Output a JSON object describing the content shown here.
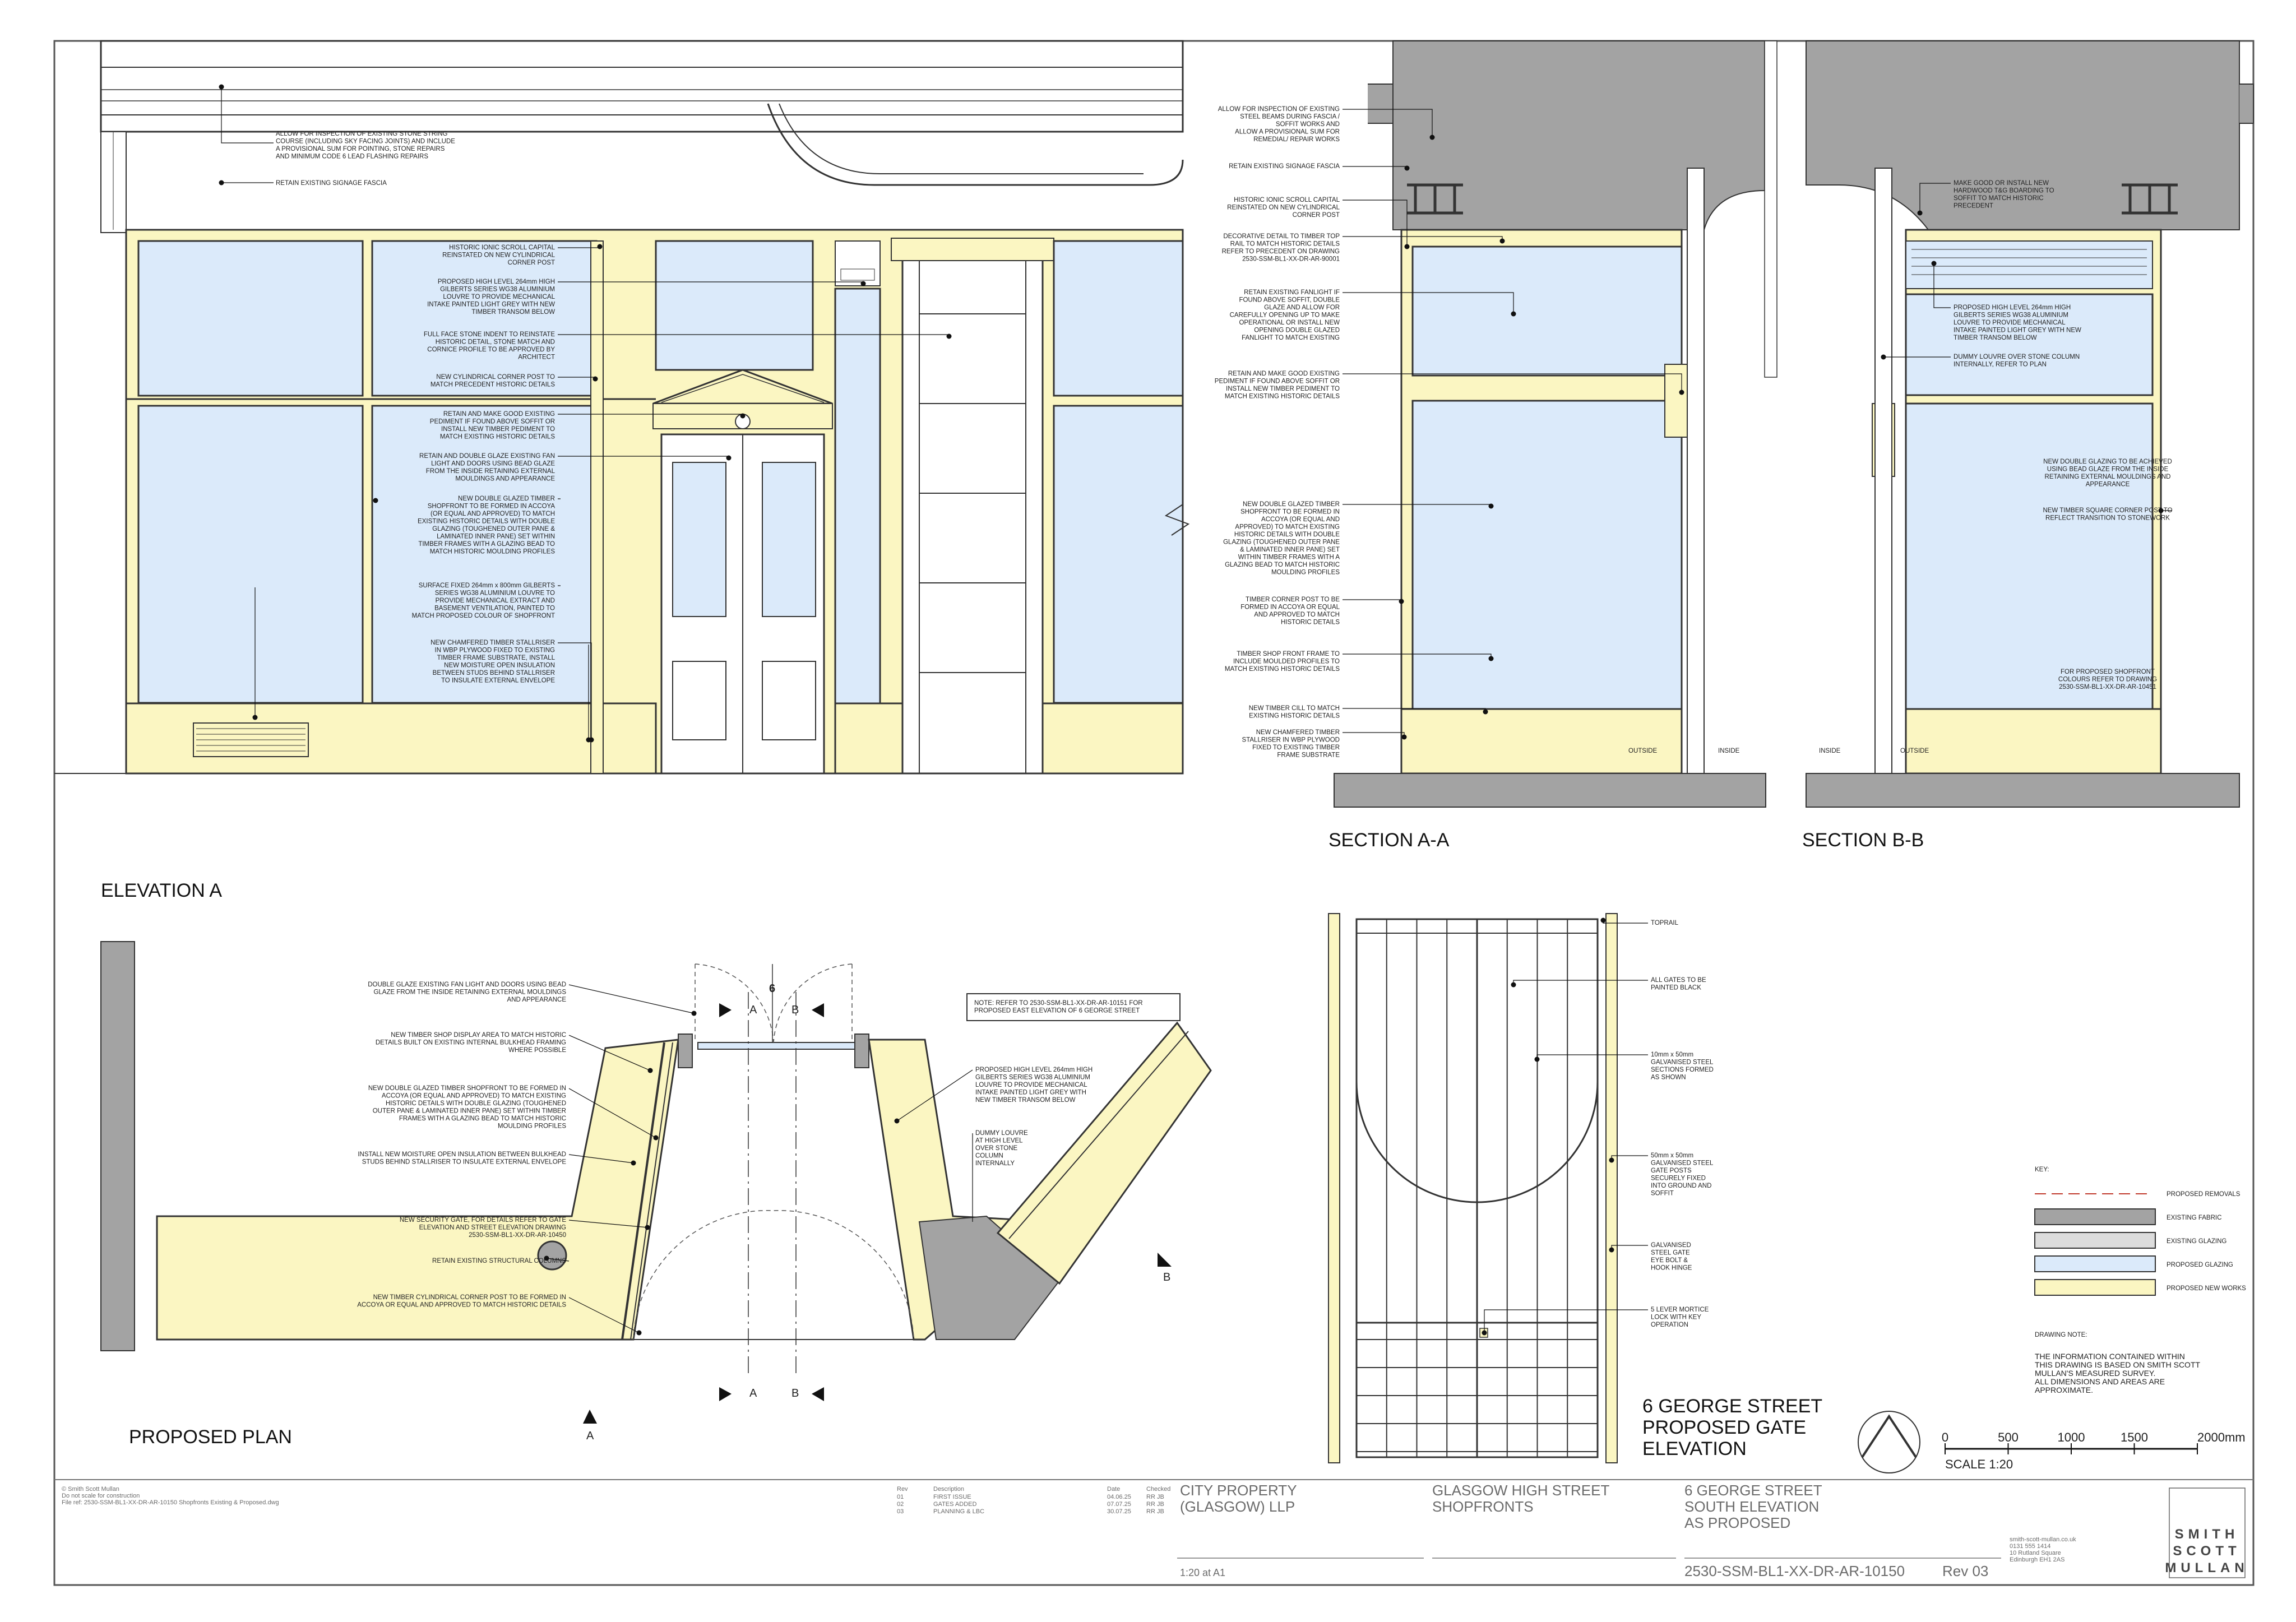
{
  "colors": {
    "yellow": "#fbf6c2",
    "glass": "#dbeafa",
    "stone": "#aaaaaa",
    "stroke": "#333333",
    "leader": "#111111",
    "removal": "#c0392b"
  },
  "headings": {
    "elevation_a": "ELEVATION A",
    "section_aa": "SECTION A-A",
    "section_bb": "SECTION B-B",
    "proposed_plan": "PROPOSED PLAN",
    "gate_elevation": [
      "6 GEORGE STREET",
      "PROPOSED GATE",
      "ELEVATION"
    ]
  },
  "elevation_notes": {
    "top": [
      [
        "ALLOW FOR INSPECTION OF EXISTING STONE STRING",
        "COURSE (INCLUDING SKY FACING JOINTS) AND INCLUDE",
        "A PROVISIONAL SUM FOR POINTING, STONE REPAIRS",
        "AND MINIMUM CODE 6 LEAD FLASHING REPAIRS"
      ],
      [
        "RETAIN EXISTING SIGNAGE FASCIA"
      ]
    ],
    "right": [
      [
        "HISTORIC IONIC SCROLL CAPITAL",
        "REINSTATED ON NEW CYLINDRICAL",
        "CORNER POST"
      ],
      [
        "PROPOSED HIGH LEVEL 264mm HIGH",
        "GILBERTS SERIES WG38 ALUMINIUM",
        "LOUVRE TO PROVIDE MECHANICAL",
        "INTAKE PAINTED LIGHT GREY WITH NEW",
        "TIMBER TRANSOM BELOW"
      ],
      [
        "FULL FACE STONE INDENT TO REINSTATE",
        "HISTORIC DETAIL, STONE MATCH AND",
        "CORNICE PROFILE TO BE APPROVED BY",
        "ARCHITECT"
      ],
      [
        "NEW CYLINDRICAL CORNER POST TO",
        "MATCH PRECEDENT HISTORIC DETAILS"
      ],
      [
        "RETAIN AND MAKE GOOD EXISTING",
        "PEDIMENT IF FOUND ABOVE SOFFIT OR",
        "INSTALL NEW TIMBER PEDIMENT TO",
        "MATCH EXISTING HISTORIC DETAILS"
      ],
      [
        "RETAIN AND DOUBLE GLAZE EXISTING FAN",
        "LIGHT AND DOORS USING BEAD GLAZE",
        "FROM THE INSIDE RETAINING EXTERNAL",
        "MOULDINGS AND APPEARANCE"
      ],
      [
        "NEW DOUBLE GLAZED TIMBER",
        "SHOPFRONT TO BE FORMED IN ACCOYA",
        "(OR EQUAL AND APPROVED) TO MATCH",
        "EXISTING HISTORIC DETAILS WITH DOUBLE",
        "GLAZING (TOUGHENED OUTER PANE &",
        "LAMINATED INNER PANE) SET WITHIN",
        "TIMBER FRAMES WITH A GLAZING BEAD TO",
        "MATCH HISTORIC MOULDING PROFILES"
      ],
      [
        "SURFACE FIXED 264mm x 800mm GILBERTS",
        "SERIES WG38 ALUMINIUM LOUVRE TO",
        "PROVIDE MECHANICAL EXTRACT AND",
        "BASEMENT VENTILATION, PAINTED TO",
        "MATCH PROPOSED COLOUR OF SHOPFRONT"
      ],
      [
        "NEW CHAMFERED TIMBER STALLRISER",
        "IN WBP PLYWOOD FIXED TO EXISTING",
        "TIMBER FRAME SUBSTRATE, INSTALL",
        "NEW MOISTURE OPEN INSULATION",
        "BETWEEN STUDS BEHIND STALLRISER",
        "TO INSULATE EXTERNAL ENVELOPE"
      ]
    ]
  },
  "section_a_notes": [
    [
      "ALLOW FOR INSPECTION OF EXISTING",
      "STEEL BEAMS DURING FASCIA /",
      "SOFFIT WORKS AND",
      "ALLOW A PROVISIONAL SUM FOR",
      "REMEDIAL/ REPAIR WORKS"
    ],
    [
      "RETAIN EXISTING SIGNAGE FASCIA"
    ],
    [
      "HISTORIC IONIC SCROLL CAPITAL",
      "REINSTATED ON NEW CYLINDRICAL",
      "CORNER POST"
    ],
    [
      "DECORATIVE DETAIL TO TIMBER TOP",
      "RAIL TO MATCH HISTORIC DETAILS",
      "REFER TO PRECEDENT ON DRAWING",
      "2530-SSM-BL1-XX-DR-AR-90001"
    ],
    [
      "RETAIN EXISTING FANLIGHT IF",
      "FOUND ABOVE SOFFIT, DOUBLE",
      "GLAZE AND ALLOW FOR",
      "CAREFULLY OPENING UP TO MAKE",
      "OPERATIONAL OR INSTALL NEW",
      "OPENING DOUBLE GLAZED",
      "FANLIGHT TO MATCH EXISTING"
    ],
    [
      "RETAIN AND MAKE GOOD EXISTING",
      "PEDIMENT IF FOUND ABOVE SOFFIT OR",
      "INSTALL NEW TIMBER PEDIMENT TO",
      "MATCH EXISTING HISTORIC DETAILS"
    ],
    [
      "NEW DOUBLE GLAZED TIMBER",
      "SHOPFRONT TO BE FORMED IN",
      "ACCOYA (OR EQUAL AND",
      "APPROVED) TO MATCH EXISTING",
      "HISTORIC DETAILS WITH DOUBLE",
      "GLAZING (TOUGHENED OUTER PANE",
      "& LAMINATED INNER PANE) SET",
      "WITHIN TIMBER FRAMES WITH A",
      "GLAZING BEAD TO MATCH HISTORIC",
      "MOULDING PROFILES"
    ],
    [
      "TIMBER CORNER POST TO BE",
      "FORMED IN ACCOYA OR EQUAL",
      "AND APPROVED TO MATCH",
      "HISTORIC DETAILS"
    ],
    [
      "TIMBER SHOP FRONT FRAME TO",
      "INCLUDE MOULDED PROFILES TO",
      "MATCH EXISTING HISTORIC DETAILS"
    ],
    [
      "NEW TIMBER  CILL TO MATCH",
      "EXISTING HISTORIC DETAILS"
    ],
    [
      "NEW CHAMFERED TIMBER",
      "STALLRISER IN WBP PLYWOOD",
      "FIXED TO EXISTING TIMBER",
      "FRAME SUBSTRATE"
    ]
  ],
  "section_b_notes": [
    [
      "MAKE GOOD OR INSTALL NEW",
      "HARDWOOD T&G BOARDING TO",
      "SOFFIT TO MATCH HISTORIC",
      "PRECEDENT"
    ],
    [
      "PROPOSED HIGH LEVEL 264mm HIGH",
      "GILBERTS SERIES WG38 ALUMINIUM",
      "LOUVRE TO PROVIDE MECHANICAL",
      "INTAKE PAINTED LIGHT GREY WITH NEW",
      "TIMBER TRANSOM BELOW"
    ],
    [
      "DUMMY LOUVRE OVER STONE COLUMN",
      "INTERNALLY, REFER TO PLAN"
    ],
    [
      "NEW DOUBLE GLAZING TO BE ACHIEVED",
      "USING BEAD GLAZE FROM THE INSIDE",
      "RETAINING EXTERNAL MOULDINGS AND",
      "APPEARANCE"
    ],
    [
      "NEW TIMBER SQUARE CORNER POST TO",
      "REFLECT TRANSITION TO STONEWORK"
    ],
    [
      "FOR PROPOSED SHOPFRONT",
      "COLOURS REFER TO DRAWING",
      "2530-SSM-BL1-XX-DR-AR-10451"
    ]
  ],
  "side_labels": {
    "outside": "OUTSIDE",
    "inside": "INSIDE"
  },
  "plan_notes": {
    "left": [
      [
        "DOUBLE GLAZE EXISTING FAN LIGHT AND DOORS USING BEAD",
        "GLAZE FROM THE INSIDE RETAINING EXTERNAL MOULDINGS",
        "AND APPEARANCE"
      ],
      [
        "NEW TIMBER SHOP DISPLAY AREA TO MATCH HISTORIC",
        "DETAILS BUILT ON EXISTING INTERNAL BULKHEAD FRAMING",
        "WHERE POSSIBLE"
      ],
      [
        "NEW DOUBLE GLAZED TIMBER SHOPFRONT TO BE FORMED IN",
        "ACCOYA (OR EQUAL AND APPROVED) TO MATCH EXISTING",
        "HISTORIC DETAILS WITH DOUBLE GLAZING (TOUGHENED",
        "OUTER PANE & LAMINATED INNER PANE) SET WITHIN TIMBER",
        "FRAMES WITH A GLAZING BEAD TO MATCH HISTORIC",
        "MOULDING PROFILES"
      ],
      [
        "INSTALL NEW MOISTURE OPEN INSULATION BETWEEN BULKHEAD",
        "STUDS BEHIND STALLRISER TO INSULATE EXTERNAL ENVELOPE"
      ],
      [
        "NEW SECURITY GATE, FOR DETAILS REFER TO GATE",
        "ELEVATION AND STREET ELEVATION DRAWING",
        "2530-SSM-BL1-XX-DR-AR-10450"
      ],
      [
        "RETAIN EXISTING STRUCTURAL COLUMNS"
      ],
      [
        "NEW TIMBER CYLINDRICAL CORNER POST TO BE FORMED IN",
        "ACCOYA OR EQUAL AND APPROVED TO MATCH HISTORIC DETAILS"
      ]
    ],
    "note_box": [
      "NOTE: REFER TO 2530-SSM-BL1-XX-DR-AR-10151 FOR",
      "PROPOSED EAST ELEVATION OF 6 GEORGE STREET"
    ],
    "right": [
      [
        "PROPOSED HIGH LEVEL 264mm HIGH",
        "GILBERTS SERIES WG38 ALUMINIUM",
        "LOUVRE TO PROVIDE MECHANICAL",
        "INTAKE PAINTED LIGHT GREY WITH",
        "NEW TIMBER TRANSOM BELOW"
      ],
      [
        "DUMMY LOUVRE",
        "AT HIGH LEVEL",
        "OVER STONE",
        "COLUMN",
        "INTERNALLY"
      ]
    ],
    "section_marks": {
      "a": "A",
      "b": "B",
      "six": "6"
    }
  },
  "gate_notes": [
    [
      "TOPRAIL"
    ],
    [
      "ALL GATES TO BE",
      "PAINTED BLACK"
    ],
    [
      "10mm x 50mm",
      "GALVANISED STEEL",
      "SECTIONS FORMED",
      "AS SHOWN"
    ],
    [
      "50mm x 50mm",
      "GALVANISED STEEL",
      "GATE POSTS",
      "SECURELY FIXED",
      "INTO GROUND AND",
      "SOFFIT"
    ],
    [
      "GALVANISED",
      "STEEL GATE",
      "EYE BOLT &",
      "HOOK HINGE"
    ],
    [
      "5 LEVER MORTICE",
      "LOCK WITH KEY",
      "OPERATION"
    ]
  ],
  "key": {
    "title": "KEY:",
    "items": [
      {
        "label": "PROPOSED REMOVALS",
        "kind": "dash"
      },
      {
        "label": "EXISTING FABRIC",
        "kind": "fill",
        "color": "#a3a3a3"
      },
      {
        "label": "EXISTING GLAZING",
        "kind": "fill",
        "color": "#dcdcdc"
      },
      {
        "label": "PROPOSED GLAZING",
        "kind": "fill",
        "color": "#dbeafa"
      },
      {
        "label": "PROPOSED NEW WORKS",
        "kind": "fill",
        "color": "#fbf6c2"
      }
    ],
    "note_title": "DRAWING NOTE:",
    "note_lines": [
      "THE INFORMATION CONTAINED WITHIN",
      "THIS DRAWING IS BASED ON SMITH SCOTT",
      "MULLAN'S MEASURED SURVEY.",
      "ALL DIMENSIONS AND AREAS ARE",
      "APPROXIMATE."
    ]
  },
  "scale_bar": {
    "ticks": [
      "0",
      "500",
      "1000",
      "1500",
      "2000mm"
    ],
    "label": "SCALE 1:20"
  },
  "title_block": {
    "copyright": [
      "© Smith Scott Mullan",
      "Do not scale for construction",
      "File ref: 2530-SSM-BL1-XX-DR-AR-10150 Shopfronts Existing & Proposed.dwg"
    ],
    "rev_header": [
      "Rev",
      "Description",
      "Date",
      "Checked"
    ],
    "revisions": [
      [
        "01",
        "FIRST ISSUE",
        "04.06.25",
        "RR JB"
      ],
      [
        "02",
        "GATES ADDED",
        "07.07.25",
        "RR JB"
      ],
      [
        "03",
        "PLANNING & LBC",
        "30.07.25",
        "RR JB"
      ]
    ],
    "client": [
      "CITY PROPERTY",
      "(GLASGOW) LLP"
    ],
    "project": [
      "GLASGOW HIGH STREET",
      "SHOPFRONTS"
    ],
    "drawing_title": [
      "6 GEORGE STREET",
      "SOUTH ELEVATION",
      "AS PROPOSED"
    ],
    "scale": "1:20 at A1",
    "drawing_number": "2530-SSM-BL1-XX-DR-AR-10150",
    "revision": "Rev   03",
    "contact": [
      "smith-scott-mullan.co.uk",
      "0131 555 1414",
      "10 Rutland Square",
      "Edinburgh EH1 2AS"
    ],
    "logo": [
      "SMITH",
      "SCOTT",
      "MULLAN"
    ]
  }
}
